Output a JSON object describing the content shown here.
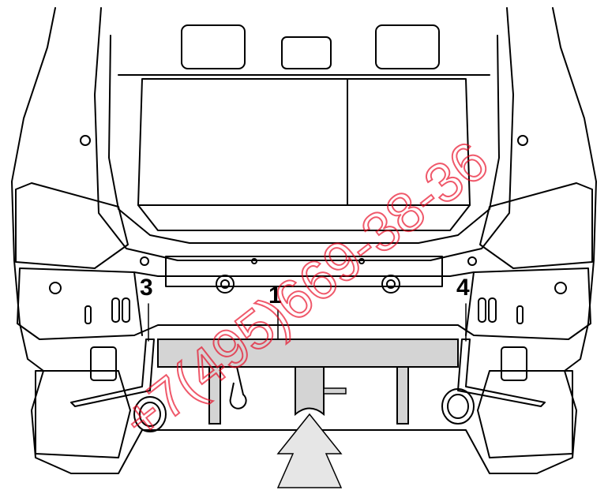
{
  "colors": {
    "line": "#000000",
    "fill": "#ffffff",
    "towbar": "#d4d4d4",
    "arrow": "#e6e6e6",
    "watermark": "#e8001c"
  },
  "callouts": {
    "label_1": "1",
    "label_3": "3",
    "label_4": "4"
  },
  "watermark": {
    "text": "+7(495)669-38-36"
  }
}
